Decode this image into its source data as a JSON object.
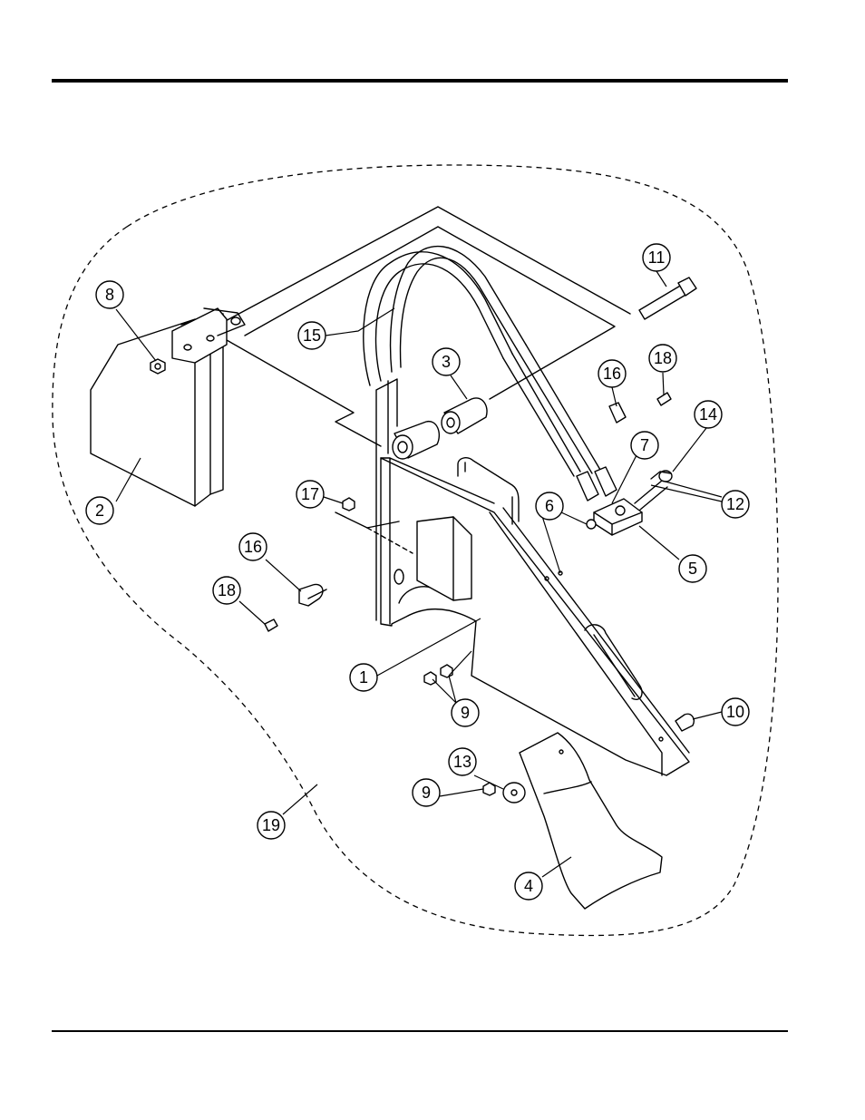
{
  "callouts": [
    {
      "label": "1"
    },
    {
      "label": "2"
    },
    {
      "label": "3"
    },
    {
      "label": "4"
    },
    {
      "label": "5"
    },
    {
      "label": "6"
    },
    {
      "label": "7"
    },
    {
      "label": "8"
    },
    {
      "label": "9"
    },
    {
      "label": "9"
    },
    {
      "label": "10"
    },
    {
      "label": "11"
    },
    {
      "label": "12"
    },
    {
      "label": "13"
    },
    {
      "label": "14"
    },
    {
      "label": "15"
    },
    {
      "label": "16"
    },
    {
      "label": "16"
    },
    {
      "label": "17"
    },
    {
      "label": "18"
    },
    {
      "label": "18"
    },
    {
      "label": "19"
    }
  ]
}
